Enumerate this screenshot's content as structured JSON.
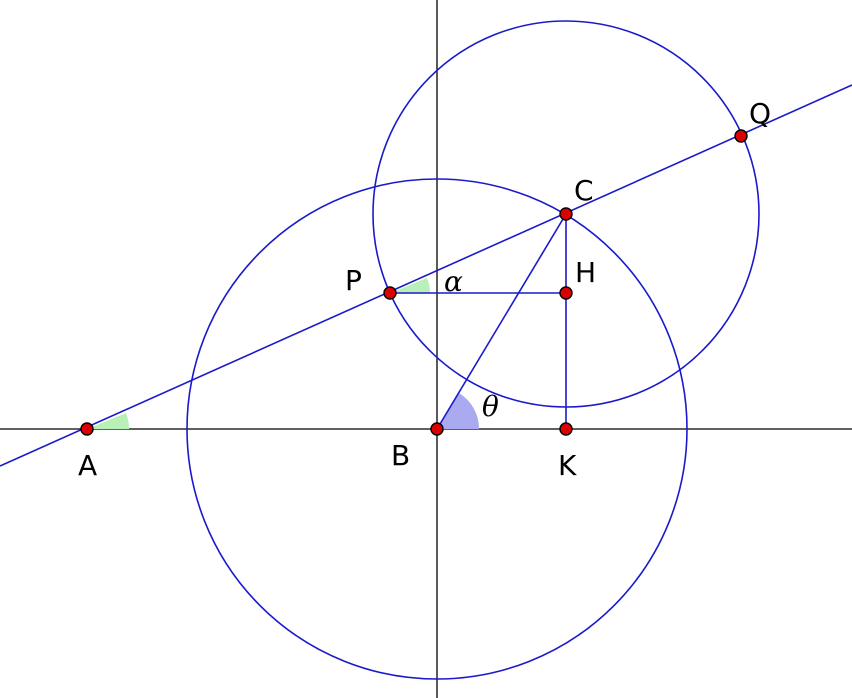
{
  "colors": {
    "axis": "#000000",
    "construction": "#1a1acc",
    "point_fill": "#dd0000",
    "angle_alpha_fill": "#b8f0b8",
    "angle_theta_fill": "#aaaaf0"
  },
  "points": {
    "A": "A",
    "B": "B",
    "C": "C",
    "H": "H",
    "K": "K",
    "P": "P",
    "Q": "Q"
  },
  "angles": {
    "alpha": "α",
    "theta": "θ"
  }
}
